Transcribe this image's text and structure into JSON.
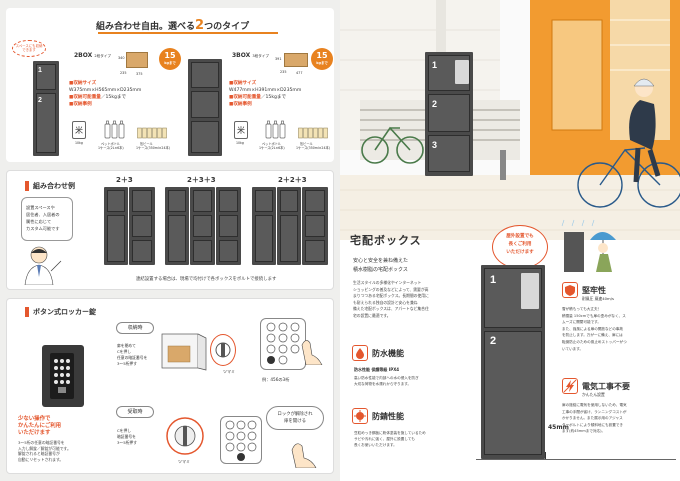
{
  "combo": {
    "heading_pre": "組み合わせ自由。選べる",
    "heading_num": "2",
    "heading_post": "つのタイプ",
    "note_badge": "スペースにも収納できます",
    "types": [
      {
        "box_label": "2BOX",
        "box_sub": "2段タイプ",
        "badge": "15",
        "badge_unit": "kgまで",
        "size_label": "■収納サイズ",
        "size_value": "W375mm×H565mm×D235mm",
        "load_label": "■収納可能重量",
        "load_value": "／15kgまで",
        "example_label": "■収納事例",
        "dims": [
          "340",
          "235",
          "375"
        ],
        "examples": [
          {
            "name": "米",
            "sub": "10kg"
          },
          {
            "name": "ペットボトル",
            "sub": "1ケース(2L×6本)"
          },
          {
            "name": "缶ビール",
            "sub": "1ケース(350ml×24本)"
          }
        ]
      },
      {
        "box_label": "3BOX",
        "box_sub": "3段タイプ",
        "badge": "15",
        "badge_unit": "kgまで",
        "size_label": "■収納サイズ",
        "size_value": "W477mm×H391mm×D235mm",
        "load_label": "■収納可能重量",
        "load_value": "／15kgまで",
        "example_label": "■収納事例",
        "dims": [
          "391",
          "235",
          "477"
        ],
        "examples": [
          {
            "name": "米",
            "sub": "10kg"
          },
          {
            "name": "ペットボトル",
            "sub": "1ケース(2L×6本)"
          },
          {
            "name": "缶ビール",
            "sub": "1ケース(350ml×24本)"
          }
        ]
      }
    ]
  },
  "examples": {
    "title": "組み合わせ例",
    "bubble": [
      "設置スペースや",
      "居住者、入居者の",
      "属性に応じて",
      "カスタム可能です"
    ],
    "labels": [
      "2＋3",
      "2＋3＋3",
      "2＋2＋3"
    ],
    "note": "連結設置する場合は、現場で均付けで各ボックスをボルトで接続します"
  },
  "button_locker": {
    "title": "ボタン式ロッカー錠",
    "headline": [
      "少ない操作で",
      "かんたんにご利用",
      "いただけます"
    ],
    "desc": [
      "3～5桁の任意の暗証番号を",
      "入力し解錠／解錠が可能です。",
      "解錠されると暗証番号が",
      "自動にリセットされます。"
    ],
    "store_label": "収納時",
    "store_steps": [
      "扉を閉めて",
      "Cを押し",
      "任意の暗証番号を",
      "3～5桁押す"
    ],
    "store_knob": "ツマミ",
    "store_example": "例：456の3桁",
    "recv_label": "受取時",
    "recv_steps": [
      "Cを押し",
      "暗証番号を",
      "3～5桁押す"
    ],
    "recv_knob": "ツマミ",
    "recv_callout": [
      "ロックが解除され",
      "扉を開ける"
    ]
  },
  "delivery": {
    "title": "宅配ボックス",
    "lead": [
      "安心と安全を兼ね備えた",
      "積水樹脂の宅配ボックス"
    ],
    "body": [
      "生活スタイルの多様化やインターネット",
      "ショッピングの普及などによって、需要が高",
      "まりつつある宅配ボックス。長期間の使用に",
      "も耐えられる独自の設計と安心を兼ね",
      "備えた宅配ボックスは、アパートなど集合住",
      "宅の設置に最適です。"
    ],
    "outdoor_bubble": [
      "屋外設置でも",
      "長くご利用",
      "いただけます"
    ],
    "features": [
      {
        "title": "防水機能",
        "sub": "防水性能 保護等級 IPX4",
        "desc": [
          "高い防水性能で内部への水の侵入を防ぎ",
          "大切な荷物を水濡れから守ります。"
        ]
      },
      {
        "title": "防錆性能",
        "sub": "",
        "desc": [
          "豆粒めっき鋼板に粉体塗装を施しているため",
          "サビや汚れに強く、屋外に設置しても",
          "長くお使いいただけます。"
        ]
      },
      {
        "title": "堅牢性",
        "sub": "耐風圧 風速40m/s",
        "desc": [
          "雪が積もっても大丈夫！",
          "積雪量 150cmでも扉の歪みがなく、ス",
          "ムーズに開閉可能です。",
          "また、強風による扉の開放などの事故",
          "を防止します。万が一に備え、扉には",
          "転倒防止のための風止めストッパーがつ",
          "いています。"
        ]
      },
      {
        "title": "電気工事不要",
        "sub": "かんたん設置",
        "desc": [
          "扉の施錠に電気を使用しないため、電気",
          "工事の手間が省け、ランニングコストが",
          "かかりません。また展示用のアジャス",
          "ターボルトにより傾斜地にも設置でき",
          "ます(約45mmまで対応)。"
        ]
      }
    ],
    "locker_numbers": [
      "1",
      "2",
      "3"
    ],
    "adjuster": "45mm"
  },
  "colors": {
    "accent": "#e4572e",
    "orange_badge": "#e8821f",
    "locker": "#4a4a4a",
    "panel_bg": "#f0f0ee",
    "house_orange": "#f29b30"
  }
}
